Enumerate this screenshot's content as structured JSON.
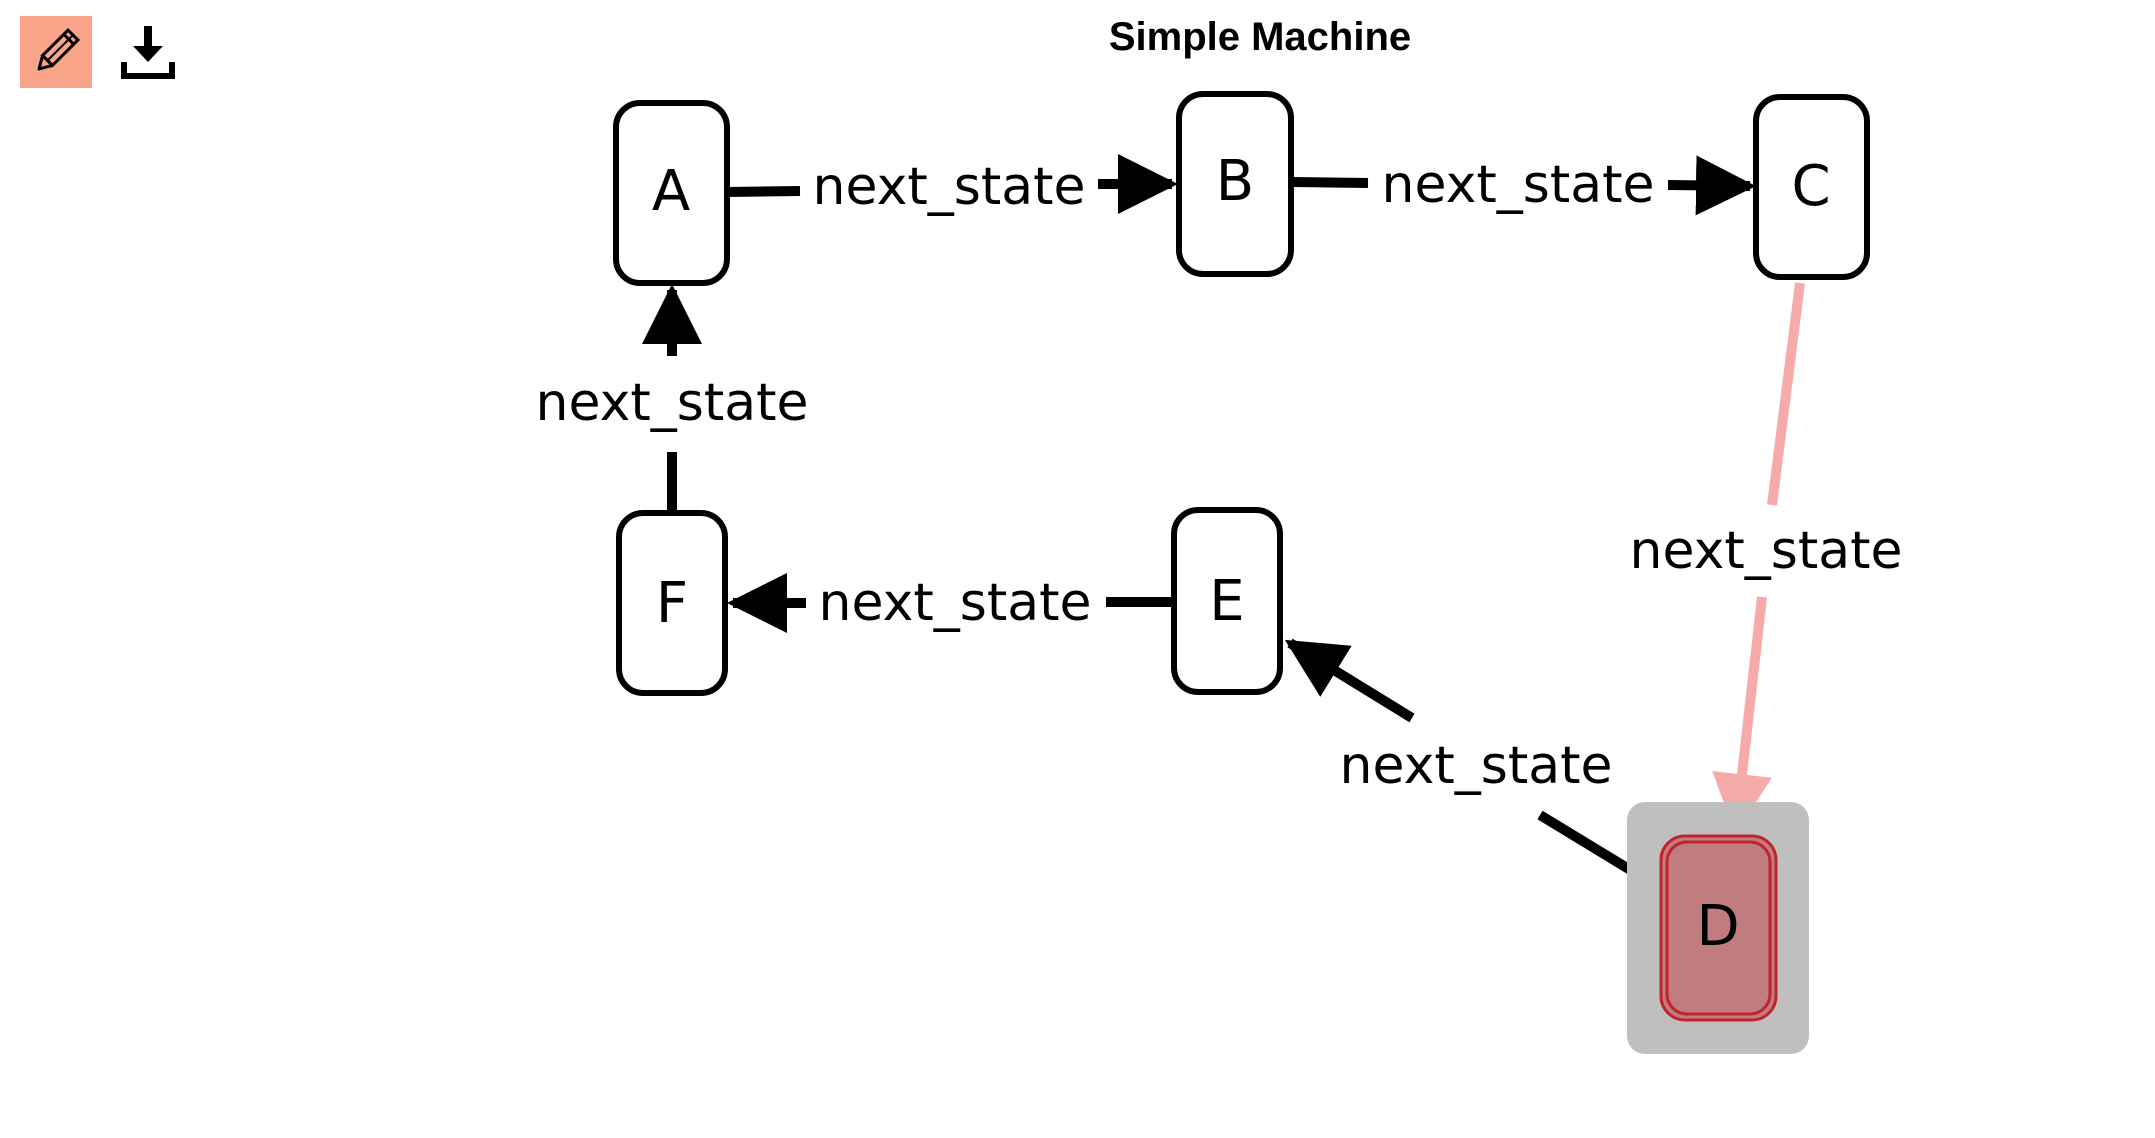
{
  "title": "Simple Machine",
  "toolbar": {
    "edit_icon": "pencil-icon",
    "download_icon": "download-icon",
    "active_color": "#f7a488"
  },
  "nodes": [
    {
      "id": "A",
      "label": "A"
    },
    {
      "id": "B",
      "label": "B"
    },
    {
      "id": "C",
      "label": "C"
    },
    {
      "id": "D",
      "label": "D",
      "selected": true
    },
    {
      "id": "E",
      "label": "E"
    },
    {
      "id": "F",
      "label": "F"
    }
  ],
  "edges": [
    {
      "id": "A-B",
      "from": "A",
      "to": "B",
      "label": "next_state"
    },
    {
      "id": "B-C",
      "from": "B",
      "to": "C",
      "label": "next_state"
    },
    {
      "id": "C-D",
      "from": "C",
      "to": "D",
      "label": "next_state",
      "highlighted": true
    },
    {
      "id": "D-E",
      "from": "D",
      "to": "E",
      "label": "next_state"
    },
    {
      "id": "E-F",
      "from": "E",
      "to": "F",
      "label": "next_state"
    },
    {
      "id": "F-A",
      "from": "F",
      "to": "A",
      "label": "next_state"
    }
  ],
  "colors": {
    "stroke": "#000000",
    "highlight_edge": "#f7aaaa",
    "selected_fill": "#c07c7e",
    "selected_border": "#c0242c",
    "selection_halo": "#bfbfbf"
  }
}
